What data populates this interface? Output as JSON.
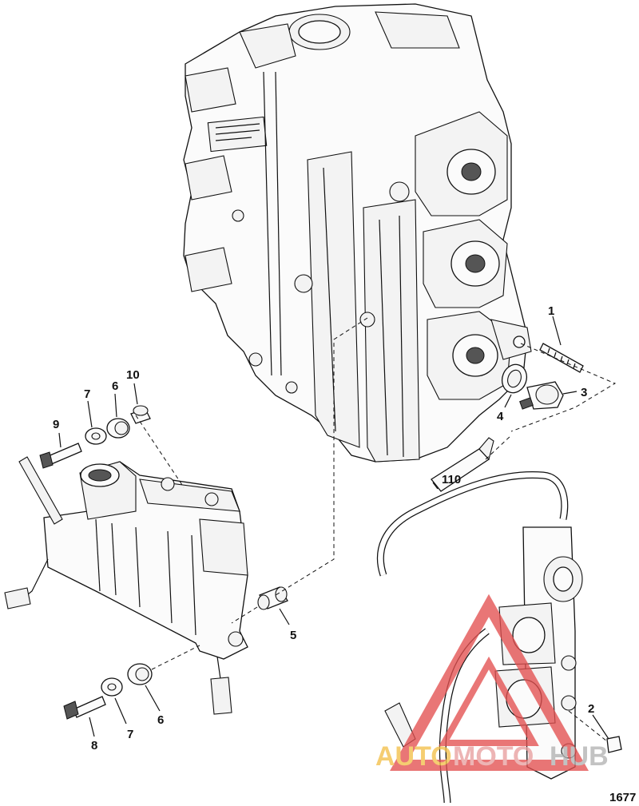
{
  "diagram": {
    "callouts": [
      {
        "id": "c1",
        "text": "1"
      },
      {
        "id": "c2",
        "text": "2"
      },
      {
        "id": "c3",
        "text": "3"
      },
      {
        "id": "c4",
        "text": "4"
      },
      {
        "id": "c5",
        "text": "5"
      },
      {
        "id": "c6a",
        "text": "6"
      },
      {
        "id": "c6b",
        "text": "6"
      },
      {
        "id": "c7a",
        "text": "7"
      },
      {
        "id": "c7b",
        "text": "7"
      },
      {
        "id": "c8",
        "text": "8"
      },
      {
        "id": "c9",
        "text": "9"
      },
      {
        "id": "c10",
        "text": "10"
      },
      {
        "id": "c110",
        "text": "110"
      }
    ],
    "figure_number": "1677",
    "watermark": {
      "part1": "AUTO",
      "part2": "MOTO",
      "part3": "HUB",
      "colors": {
        "auto": "#f3c04a",
        "moto": "#e8a0a0",
        "hub": "#b3b3b3",
        "triangle": "#e35050"
      }
    }
  }
}
